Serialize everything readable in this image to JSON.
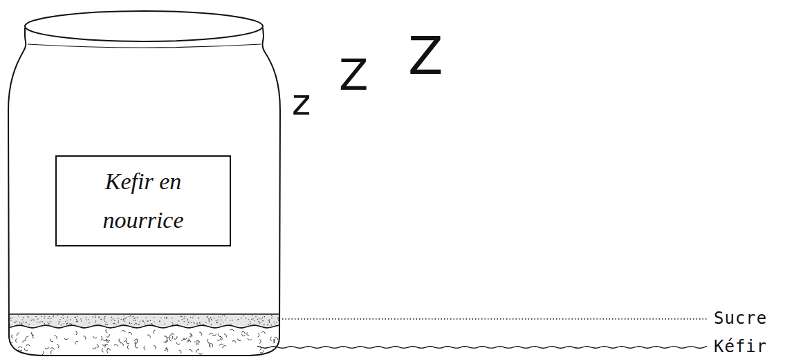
{
  "diagram": {
    "nodes": [
      {
        "text": [
          "Kefir en nourrice"
        ]
      }
    ],
    "labels": [
      "z",
      "Z",
      "Z",
      "Sucre",
      "Kéfir"
    ]
  }
}
